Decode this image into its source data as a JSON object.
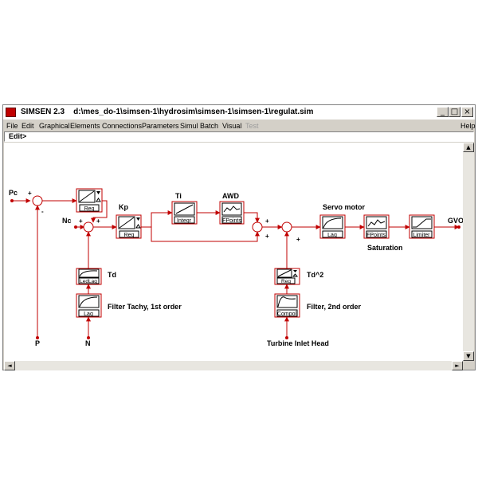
{
  "window": {
    "title": "SIMSEN 2.3    d:\\mes_do-1\\simsen-1\\hydrosim\\simsen-1\\simsen-1\\regulat.sim",
    "minimize": "_",
    "maximize": "□",
    "close": "×"
  },
  "menu": [
    "File",
    "Edit",
    "Graphical",
    "Elements",
    "Connections",
    "Parameters",
    "Simul",
    "Batch",
    "Visual",
    "Test"
  ],
  "help": "Help",
  "command_line": "Edit>",
  "scroll": {
    "up": "▲",
    "down": "▼",
    "left": "◄",
    "right": "►"
  },
  "colors": {
    "wire": "#c00000",
    "block_border": "#c00000",
    "text": "#000000"
  },
  "blocks": {
    "reg_top": "Reg",
    "reg_kp": "Reg",
    "integ": "Integr",
    "fpoints_awd": "FPoints",
    "lag_servo": "Lag",
    "fpoints_sat": "FPoints",
    "limiter": "Limiter",
    "ledlag": "LedLag",
    "lag_filter": "Lag",
    "reg_td2": "Reg",
    "compol": "Compol"
  },
  "labels": {
    "pc": "Pc",
    "nc": "Nc",
    "kp": "Kp",
    "ti": "Ti",
    "awd": "AWD",
    "servo": "Servo motor",
    "gvo": "GVO",
    "saturation": "Saturation",
    "td": "Td",
    "td2": "Td^2",
    "filter_tachy": "Filter Tachy, 1st order",
    "filter_2nd": "Filter, 2nd order",
    "p": "P",
    "n": "N",
    "turbine": "Turbine Inlet Head"
  },
  "signs": {
    "s1_pc": "+",
    "s1_p": "-",
    "s2_left": "+",
    "s2_top": "+",
    "s3_top": "+",
    "s3_bottom": "+",
    "s4_bottom": "+"
  }
}
